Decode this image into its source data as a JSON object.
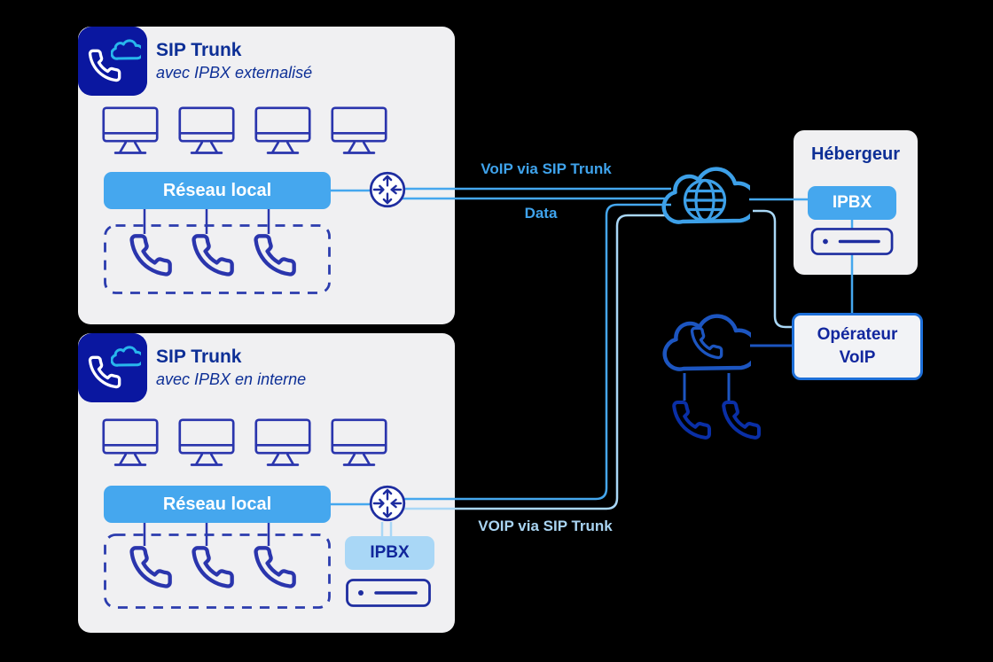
{
  "background_color": "#000000",
  "colors": {
    "card_background": "#f0f0f2",
    "badge_blue": "#0a17a0",
    "badge_cloud_cyan": "#28b7ec",
    "title_navy": "#0d2f96",
    "icon_navy": "#2a35ad",
    "sky_blue": "#45a7ee",
    "pale_blue": "#a9d7f6",
    "internet_cloud_blue": "#3da0e8",
    "voip_cloud_blue": "#1c55c0",
    "handset_dark_blue": "#0a2fa6",
    "operator_border_blue": "#1d6fd8"
  },
  "cards": {
    "top": {
      "title": "SIP Trunk",
      "subtitle": "avec IPBX externalisé",
      "lan_label": "Réseau local"
    },
    "bottom": {
      "title": "SIP Trunk",
      "subtitle": "avec IPBX en interne",
      "lan_label": "Réseau local",
      "ipbx_label": "IPBX"
    }
  },
  "connections": {
    "voip_top_label": "VoIP via SIP Trunk",
    "data_label": "Data",
    "voip_bottom_label": "VOIP via SIP Trunk"
  },
  "hosting": {
    "title": "Hébergeur",
    "ipbx_label": "IPBX"
  },
  "operator": {
    "line1": "Opérateur",
    "line2": "VoIP"
  }
}
